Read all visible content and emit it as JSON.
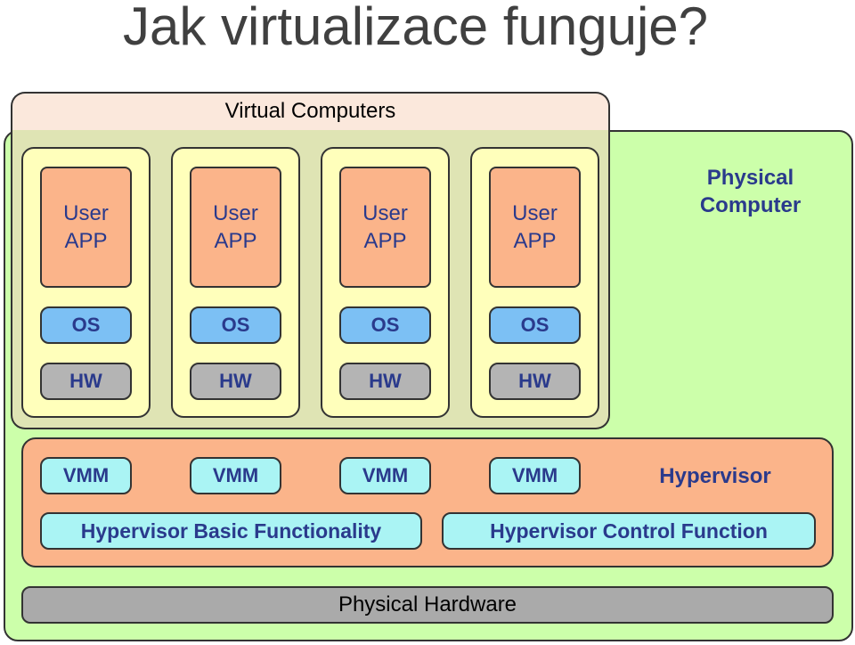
{
  "title": "Jak virtualizace funguje?",
  "virtual_computers": {
    "label": "Virtual Computers",
    "vms": [
      {
        "app": "User\nAPP",
        "os": "OS",
        "hw": "HW"
      },
      {
        "app": "User\nAPP",
        "os": "OS",
        "hw": "HW"
      },
      {
        "app": "User\nAPP",
        "os": "OS",
        "hw": "HW"
      },
      {
        "app": "User\nAPP",
        "os": "OS",
        "hw": "HW"
      }
    ]
  },
  "physical_computer": {
    "label": "Physical\nComputer"
  },
  "hypervisor": {
    "label": "Hypervisor",
    "vmms": [
      "VMM",
      "VMM",
      "VMM",
      "VMM"
    ],
    "basic_functionality": "Hypervisor Basic Functionality",
    "control_function": "Hypervisor Control Function"
  },
  "physical_hardware": {
    "label": "Physical Hardware"
  },
  "colors": {
    "physical_computer_bg": "#ccffaa",
    "virtual_computers_bg": "#dfe4b4",
    "vm_bg": "#ffffbb",
    "app_bg": "#fbb48a",
    "os_bg": "#7cc0f4",
    "hw_bg": "#b4b4b4",
    "hypervisor_bg": "#fbb48a",
    "vmm_bg": "#aaf4f4",
    "hardware_bg": "#aaaaaa",
    "label_text": "#2a3a8c"
  }
}
